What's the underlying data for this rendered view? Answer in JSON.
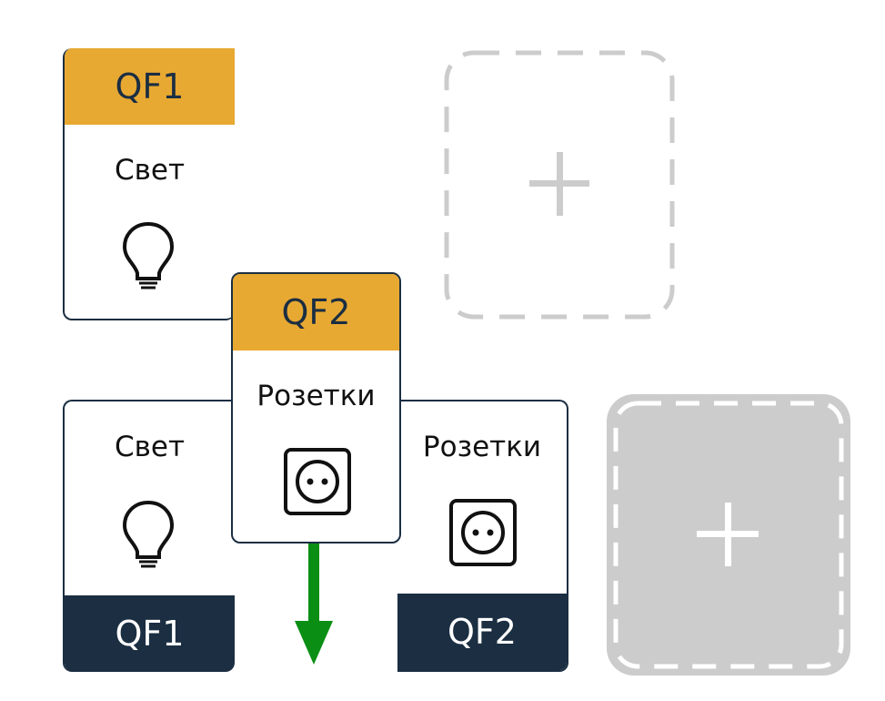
{
  "colors": {
    "header": "#e8a932",
    "footer": "#1b2e42",
    "border": "#1b2e42",
    "arrow": "#0a8f14",
    "slot_dashed": "#cccccc",
    "slot_filled": "#cccccc"
  },
  "top_row": {
    "card1": {
      "header": "QF1",
      "label": "Свет",
      "icon": "bulb-icon"
    },
    "card2": {
      "header": "QF2",
      "label": "Розетки",
      "icon": "socket-icon"
    },
    "add_slot": {
      "icon": "plus-icon"
    }
  },
  "bottom_row": {
    "card1": {
      "label": "Свет",
      "icon": "bulb-icon",
      "footer": "QF1"
    },
    "card2": {
      "label": "Розетки",
      "icon": "socket-icon",
      "footer": "QF2"
    },
    "add_slot": {
      "icon": "plus-icon"
    }
  }
}
